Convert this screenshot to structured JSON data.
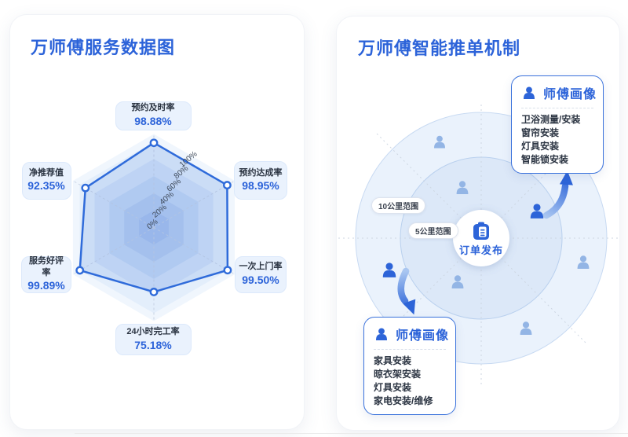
{
  "left_panel": {
    "title": "万师傅服务数据图"
  },
  "right_panel": {
    "title": "万师傅智能推单机制",
    "center": {
      "icon": "clipboard-icon",
      "label": "订单发布"
    },
    "range_badges": [
      {
        "label": "10公里范围"
      },
      {
        "label": "5公里范围"
      }
    ],
    "cards": [
      {
        "icon": "person-icon",
        "title": "师傅画像",
        "items": [
          "卫浴测量/安装",
          "窗帘安装",
          "灯具安装",
          "智能锁安装"
        ]
      },
      {
        "icon": "person-icon",
        "title": "师傅画像",
        "items": [
          "家具安装",
          "晾衣架安装",
          "灯具安装",
          "家电安装/维修"
        ]
      }
    ]
  },
  "chart_data": {
    "type": "radar",
    "title": "万师傅服务数据图",
    "categories": [
      "预约及时率",
      "预约达成率",
      "一次上门率",
      "24小时完工率",
      "服务好评率",
      "净推荐值"
    ],
    "values": [
      98.88,
      98.95,
      99.5,
      75.18,
      99.89,
      92.35
    ],
    "value_labels": [
      "98.88%",
      "98.95%",
      "99.50%",
      "75.18%",
      "99.89%",
      "92.35%"
    ],
    "axis_ticks": [
      "0%",
      "20%",
      "40%",
      "60%",
      "80%",
      "100%"
    ],
    "max": 100,
    "grid": "hexagon, 20% steps, shaded split areas, dashed spokes",
    "legend": "none"
  },
  "colors": {
    "primary_blue": "#2c63d9",
    "radar_stroke": "#2f6bda",
    "radar_fill": "rgba(47,107,218,0.13)",
    "ring_fills": [
      "#f0f6fd",
      "#e3eefb",
      "#d4e3f8",
      "#c4d8f5",
      "#b6cdf1",
      "#a9c3ee"
    ],
    "tick_text": "#3f4a5a",
    "circle_inner_fill": "#dce8f8",
    "circle_outer_fill": "#eaf2fc",
    "person_light": "#93b5e5",
    "person_dark": "#2d64d8",
    "dashed_line": "#cdd6e2"
  }
}
